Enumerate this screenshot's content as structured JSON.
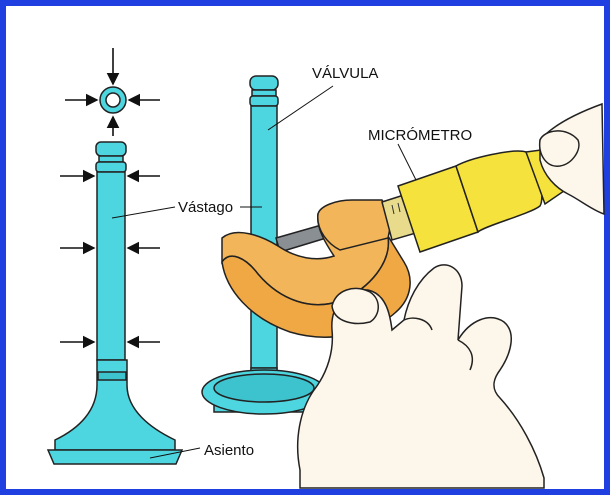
{
  "labels": {
    "valve": "VÁLVULA",
    "micrometer": "MICRÓMETRO",
    "stem": "Vástago",
    "seat": "Asiento"
  },
  "colors": {
    "frame": "#1f3fe0",
    "valve": "#4ed6e0",
    "micrometer_frame": "#f2b55a",
    "micrometer_barrel": "#f5e23c",
    "skin": "#fdf6ea",
    "outline": "#222222"
  }
}
